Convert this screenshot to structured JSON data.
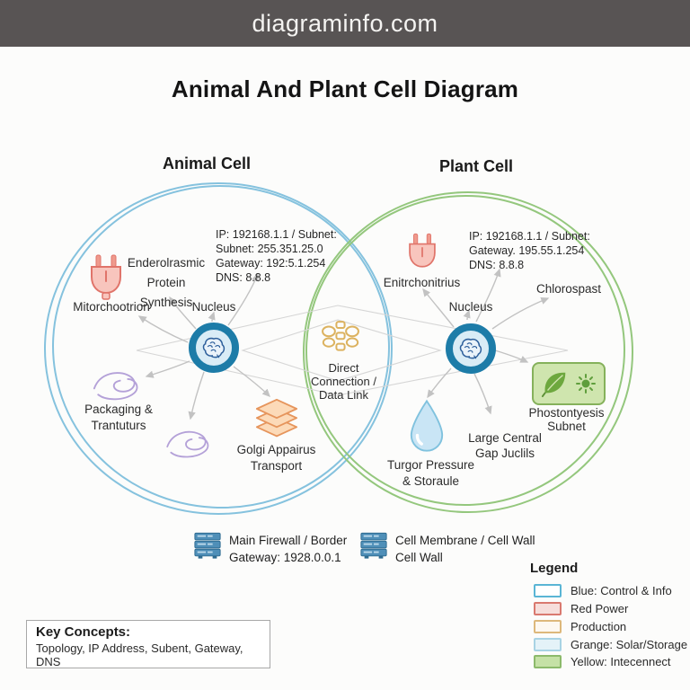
{
  "banner": {
    "site": "diagraminfo.com"
  },
  "title": "Animal And Plant Cell Diagram",
  "animal": {
    "title": "Animal Cell",
    "ip_config": "IP: 192168.1.1 / Subnet:\nSubnet: 255.351.25.0\nGateway: 192:5.1.254\nDNS: 8.8.8",
    "mitochondrion": "Mitorchootrion",
    "er": "Enderolrasmic\nProtein\nSynthesis",
    "nucleus": "Nucleus",
    "packaging": "Packaging &\nTrantuturs",
    "golgi": "Golgi Appairus\nTransport"
  },
  "center": {
    "direct_link": "Direct\nConnection /\nData Link"
  },
  "plant": {
    "title": "Plant Cell",
    "ip_config": "IP: 192168.1.1 / Subnet:\nGateway. 195.55.1.254\nDNS: 8.8.8",
    "mitochondrion": "Enitrchonitrius",
    "chloroplast": "Chlorospast",
    "nucleus": "Nucleus",
    "photosynthesis": "Phostontyesis\nSubnet",
    "gap_junction": "Large Central\nGap Juclils",
    "turgor": "Turgor Pressure\n& Storaule"
  },
  "footer": {
    "firewall": "Main Firewall / Border\nGateway: 1928.0.0.1",
    "membrane": "Cell Membrane / Cell Wall\nCell Wall"
  },
  "legend": {
    "title": "Legend",
    "items": [
      {
        "label": "Blue: Control & Info",
        "fill": "#ffffff",
        "border": "#5ab5d5"
      },
      {
        "label": "Red Power",
        "fill": "#f6dedb",
        "border": "#d9796f"
      },
      {
        "label": "Production",
        "fill": "#fdf8f0",
        "border": "#ddb87b"
      },
      {
        "label": "Grange: Solar/Storage",
        "fill": "#e4f2f8",
        "border": "#a8d3e4"
      },
      {
        "label": "Yellow: Intecennect",
        "fill": "#c5e1a6",
        "border": "#8cba6b"
      }
    ]
  },
  "key_concepts": {
    "title": "Key Concepts:",
    "text": "Topology, IP Address, Subent, Gateway, DNS"
  },
  "colors": {
    "banner_bg": "#585454",
    "animal_circle": "#85c2de",
    "plant_circle": "#94c77d",
    "arrow": "#c2c2c2",
    "nucleus_ring": "#1d7ca8",
    "plug_red": "#e0746a",
    "chromosome_purple": "#b4a1d8",
    "golgi_orange": "#e6955c",
    "knot_gold": "#dcb25f",
    "droplet_blue": "#80c2de",
    "photo_green": "#6da83e",
    "router_blue": "#4f8fb8"
  }
}
